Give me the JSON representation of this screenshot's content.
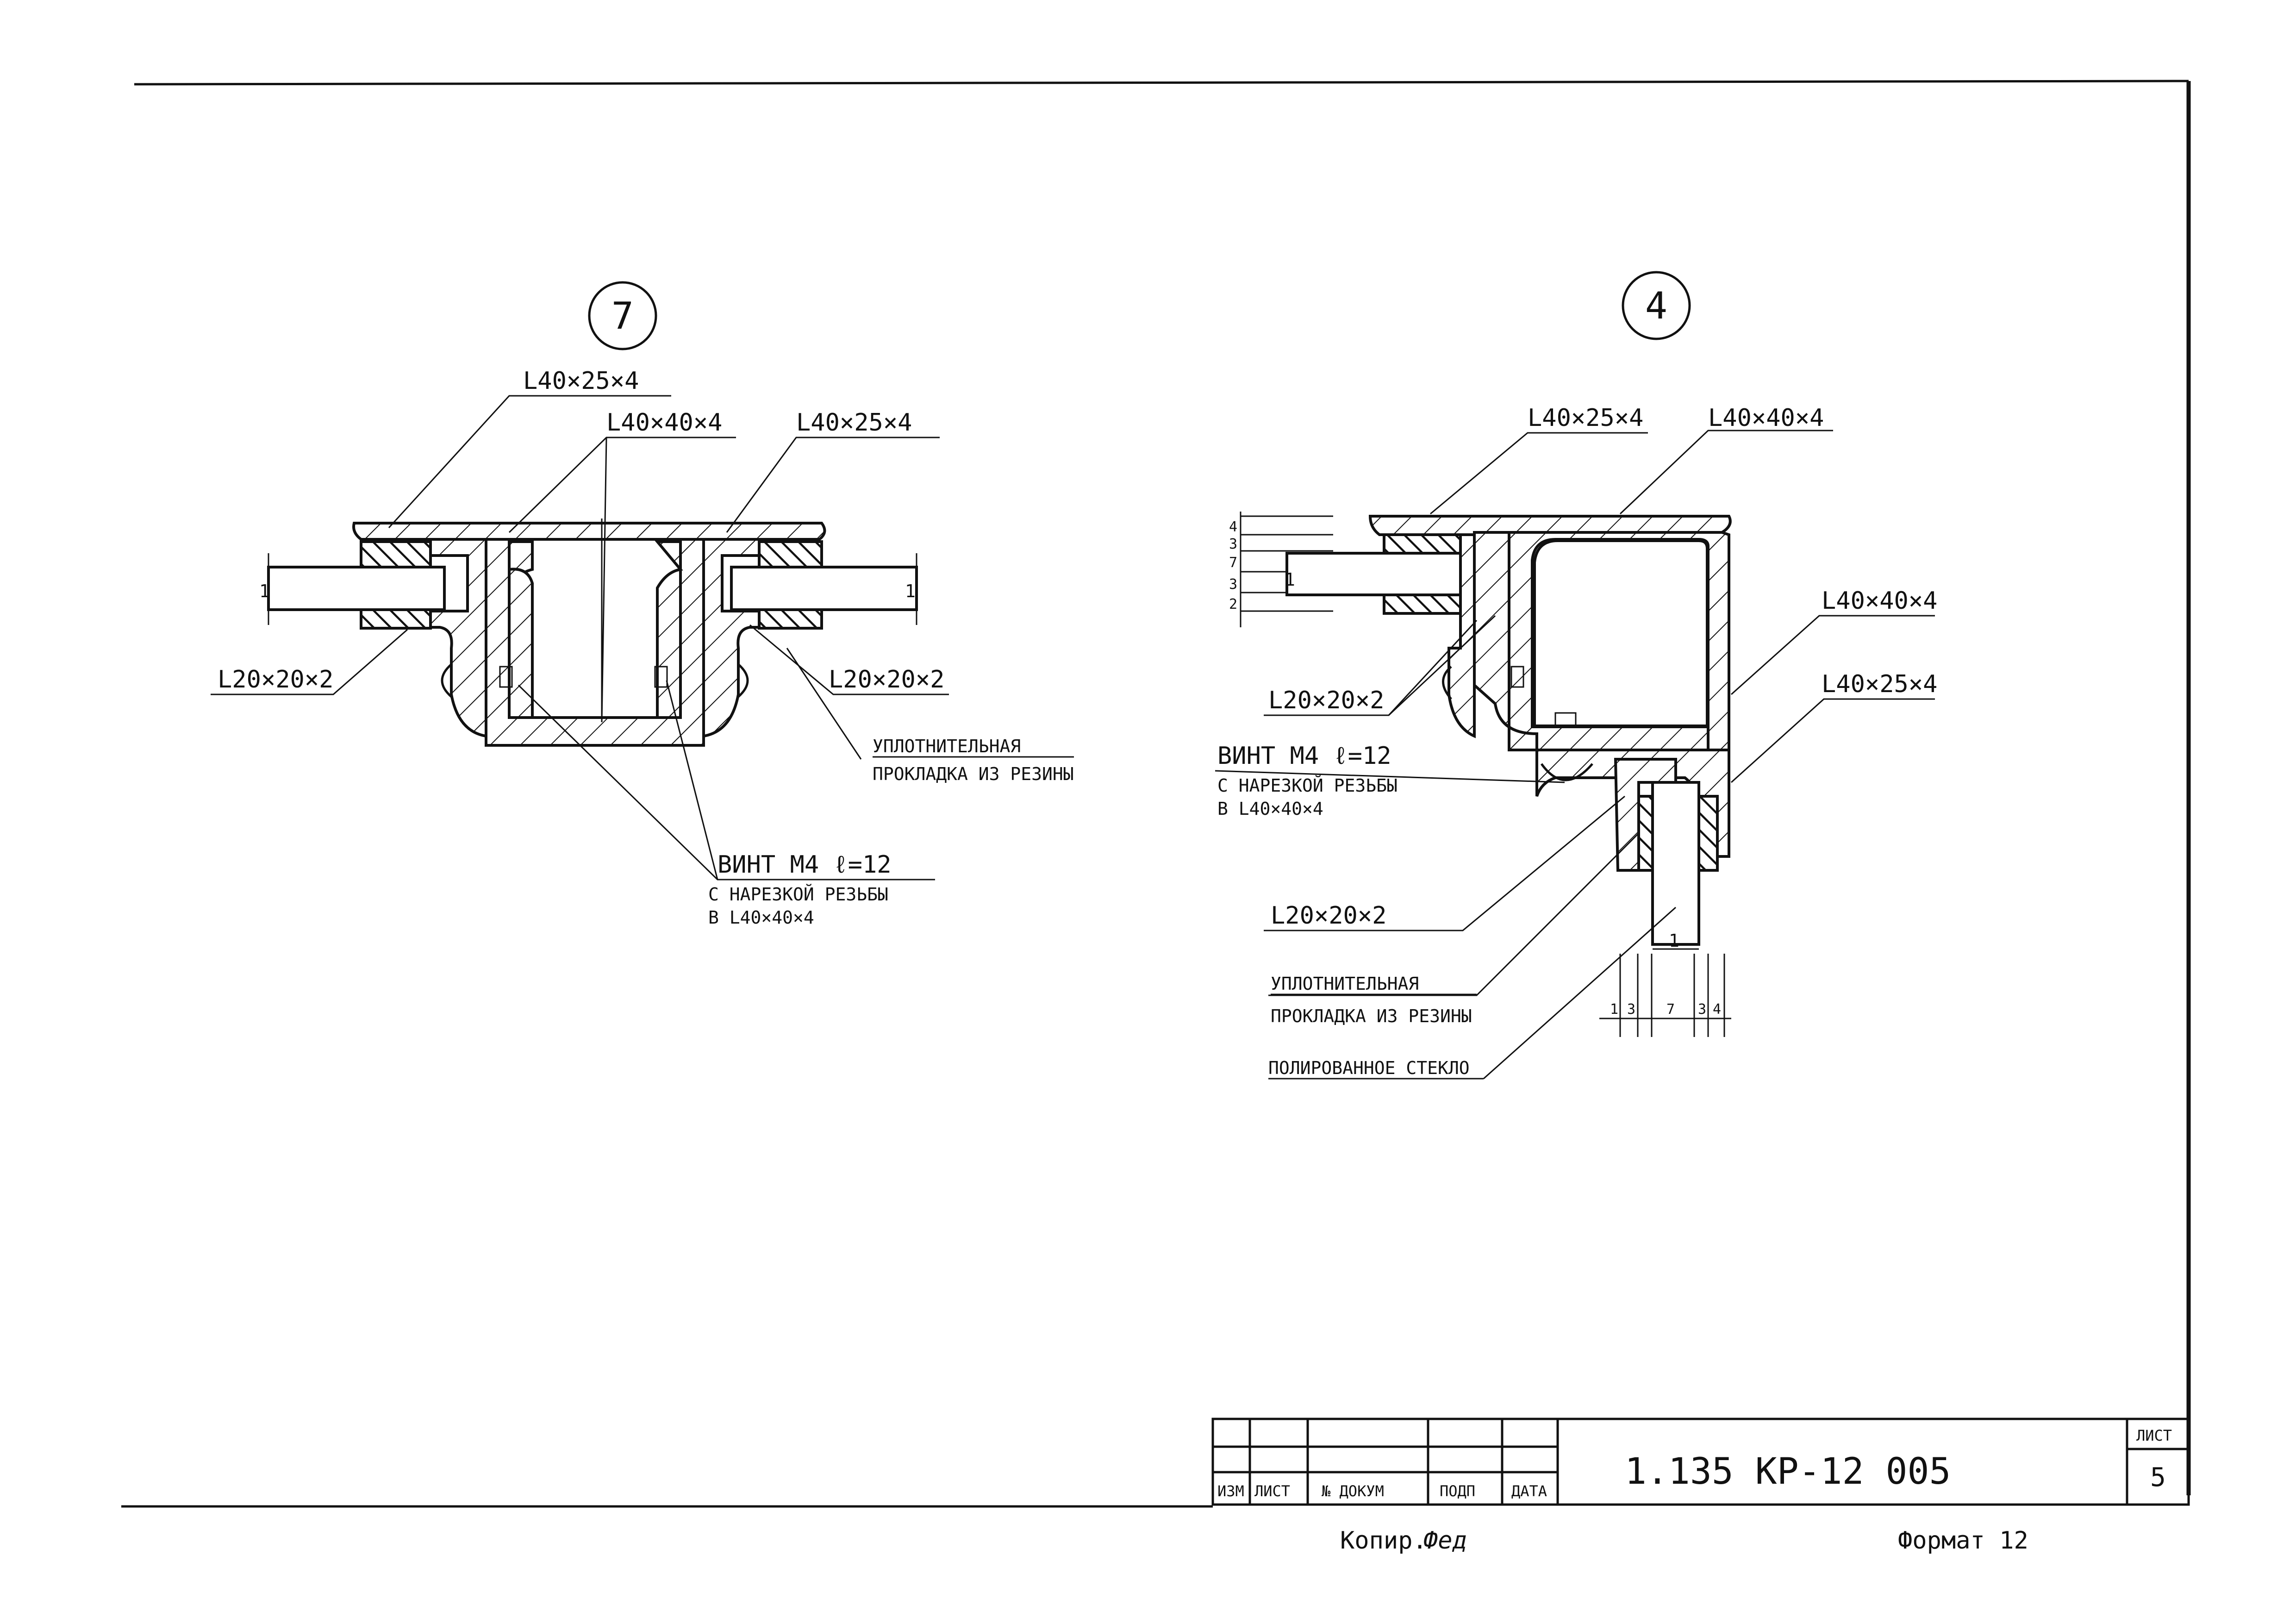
{
  "drawing": {
    "detail_a": {
      "mark": "7",
      "label_angle_top_left": "L40×25×4",
      "label_angle_center": "L40×40×4",
      "label_angle_top_right": "L40×25×4",
      "label_angle_small_left": "L20×20×2",
      "label_angle_small_right": "L20×20×2",
      "gasket_line1": "УПЛОТНИТЕЛЬНАЯ",
      "gasket_line2": "ПРОКЛАДКА ИЗ РЕЗИНЫ",
      "screw_line1": "ВИНТ М4 ℓ=12",
      "screw_line2": "С НАРЕЗКОЙ РЕЗЬБЫ",
      "screw_line3": "В L40×40×4",
      "glass_mark_left": "1",
      "glass_mark_right": "1"
    },
    "detail_b": {
      "mark": "4",
      "label_angle_top_left": "L40×25×4",
      "label_angle_top_right": "L40×40×4",
      "label_angle_right_1": "L40×40×4",
      "label_angle_right_2": "L40×25×4",
      "label_angle_small_1": "L20×20×2",
      "label_angle_small_2": "L20×20×2",
      "screw_line1": "ВИНТ М4 ℓ=12",
      "screw_line2": "С НАРЕЗКОЙ РЕЗЬБЫ",
      "screw_line3": "В L40×40×4",
      "gasket_line1": "УПЛОТНИТЕЛЬНАЯ",
      "gasket_line2": "ПРОКЛАДКА ИЗ РЕЗИНЫ",
      "glass_label": "ПОЛИРОВАННОЕ СТЕКЛО",
      "glass_mark_top": "1",
      "glass_mark_bottom": "1",
      "dims_vertical": [
        "4",
        "3",
        "7",
        "3",
        "2"
      ],
      "dims_horizontal": [
        "1",
        "3",
        "7",
        "3",
        "4"
      ]
    }
  },
  "title_block": {
    "col_headers": [
      "ИЗМ",
      "ЛИСТ",
      "№ ДОКУМ",
      "ПОДП",
      "ДАТА"
    ],
    "designation": "1.135 КР-12 005",
    "sheet_label": "ЛИСТ",
    "sheet_number": "5",
    "copied_label": "Копир.",
    "copied_signature": "Фед",
    "format": "Формат 12"
  }
}
